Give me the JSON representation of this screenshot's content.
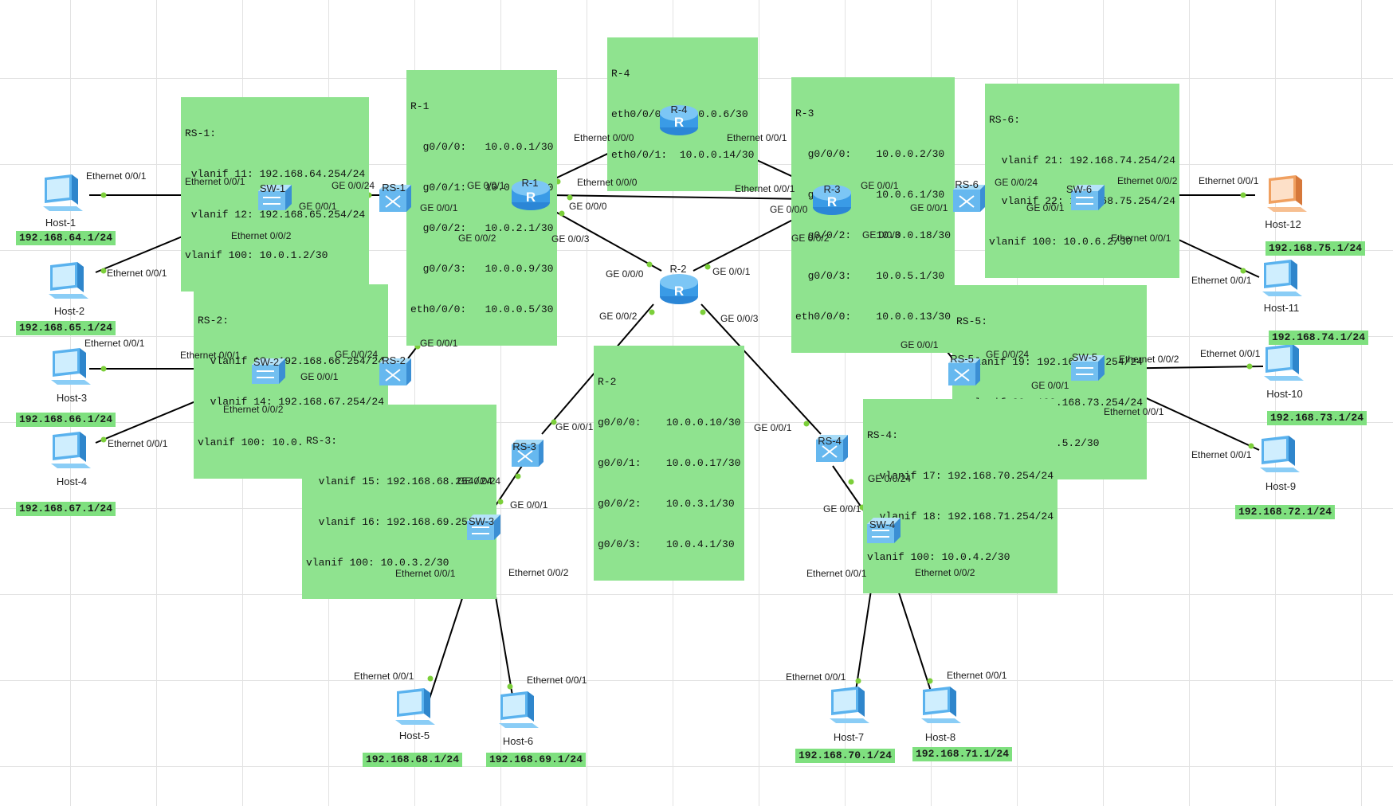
{
  "devices": {
    "r1": {
      "label": "R-1"
    },
    "r2": {
      "label": "R-2"
    },
    "r3": {
      "label": "R-3"
    },
    "r4": {
      "label": "R-4"
    },
    "rs1": {
      "label": "RS-1"
    },
    "rs2": {
      "label": "RS-2"
    },
    "rs3": {
      "label": "RS-3"
    },
    "rs4": {
      "label": "RS-4"
    },
    "rs5": {
      "label": "RS-5"
    },
    "rs6": {
      "label": "RS-6"
    },
    "sw1": {
      "label": "SW-1"
    },
    "sw2": {
      "label": "SW-2"
    },
    "sw3": {
      "label": "SW-3"
    },
    "sw4": {
      "label": "SW-4"
    },
    "sw5": {
      "label": "SW-5"
    },
    "sw6": {
      "label": "SW-6"
    },
    "host1": {
      "label": "Host-1",
      "ip": "192.168.64.1/24"
    },
    "host2": {
      "label": "Host-2",
      "ip": "192.168.65.1/24"
    },
    "host3": {
      "label": "Host-3",
      "ip": "192.168.66.1/24"
    },
    "host4": {
      "label": "Host-4",
      "ip": "192.168.67.1/24"
    },
    "host5": {
      "label": "Host-5",
      "ip": "192.168.68.1/24"
    },
    "host6": {
      "label": "Host-6",
      "ip": "192.168.69.1/24"
    },
    "host7": {
      "label": "Host-7",
      "ip": "192.168.70.1/24"
    },
    "host8": {
      "label": "Host-8",
      "ip": "192.168.71.1/24"
    },
    "host9": {
      "label": "Host-9",
      "ip": "192.168.72.1/24"
    },
    "host10": {
      "label": "Host-10",
      "ip": "192.168.74.1/24"
    },
    "host11": {
      "label": "Host-11",
      "ip": "192.168.75.1/24"
    },
    "host12": {
      "label": "Host-12"
    },
    "host10_extra_ip": "192.168.73.1/24"
  },
  "config_boxes": {
    "r1": [
      "R-1",
      "  g0/0/0:   10.0.0.1/30",
      "  g0/0/1:   10.0.1.1/30",
      "  g0/0/2:   10.0.2.1/30",
      "  g0/0/3:   10.0.0.9/30",
      "eth0/0/0:   10.0.0.5/30"
    ],
    "r2": [
      "R-2",
      "g0/0/0:    10.0.0.10/30",
      "g0/0/1:    10.0.0.17/30",
      "g0/0/2:    10.0.3.1/30",
      "g0/0/3:    10.0.4.1/30"
    ],
    "r3": [
      "R-3",
      "  g0/0/0:    10.0.0.2/30",
      "  g0/0/1:    10.0.6.1/30",
      "  g0/0/2:    10.0.0.18/30",
      "  g0/0/3:    10.0.5.1/30",
      "eth0/0/0:    10.0.0.13/30"
    ],
    "r4": [
      "R-4",
      "eth0/0/0:  10.0.0.6/30",
      "eth0/0/1:  10.0.0.14/30"
    ],
    "rs1": [
      "RS-1:",
      " vlanif 11: 192.168.64.254/24",
      " vlanif 12: 192.168.65.254/24",
      "vlanif 100: 10.0.1.2/30"
    ],
    "rs2": [
      "RS-2:",
      "  vlanif 13: 192.168.66.254/24",
      "  vlanif 14: 192.168.67.254/24",
      "vlanif 100: 10.0.2.2/30"
    ],
    "rs3": [
      "RS-3:",
      "  vlanif 15: 192.168.68.254/24",
      "  vlanif 16: 192.168.69.254/24",
      "vlanif 100: 10.0.3.2/30"
    ],
    "rs4": [
      "RS-4:",
      "  vlanif 17: 192.168.70.254/24",
      "  vlanif 18: 192.168.71.254/24",
      "vlanif 100: 10.0.4.2/30"
    ],
    "rs5": [
      "RS-5:",
      "  vlanif 19: 192.168.72.254/24",
      "  vlanif 20: 192.168.73.254/24",
      "vlanif 100: 10.0.5.2/30"
    ],
    "rs6": [
      "RS-6:",
      "  vlanif 21: 192.168.74.254/24",
      "  vlanif 22: 192.168.75.254/24",
      "vlanif 100: 10.0.6.2/30"
    ]
  },
  "ports": {
    "eth001": "Ethernet 0/0/1",
    "eth002": "Ethernet 0/0/2",
    "eth000": "Ethernet 0/0/0",
    "ge001": "GE 0/0/1",
    "ge000": "GE 0/0/0",
    "ge002": "GE 0/0/2",
    "ge003": "GE 0/0/3",
    "ge0024": "GE 0/0/24"
  },
  "colors": {
    "label_bg": "#8fe38f",
    "ip_bg": "#7fe07f",
    "link": "#000000",
    "port_dot": "#7ccf3a",
    "device_blue": "#4aa8e8",
    "host12_orange": "#f0a060"
  }
}
